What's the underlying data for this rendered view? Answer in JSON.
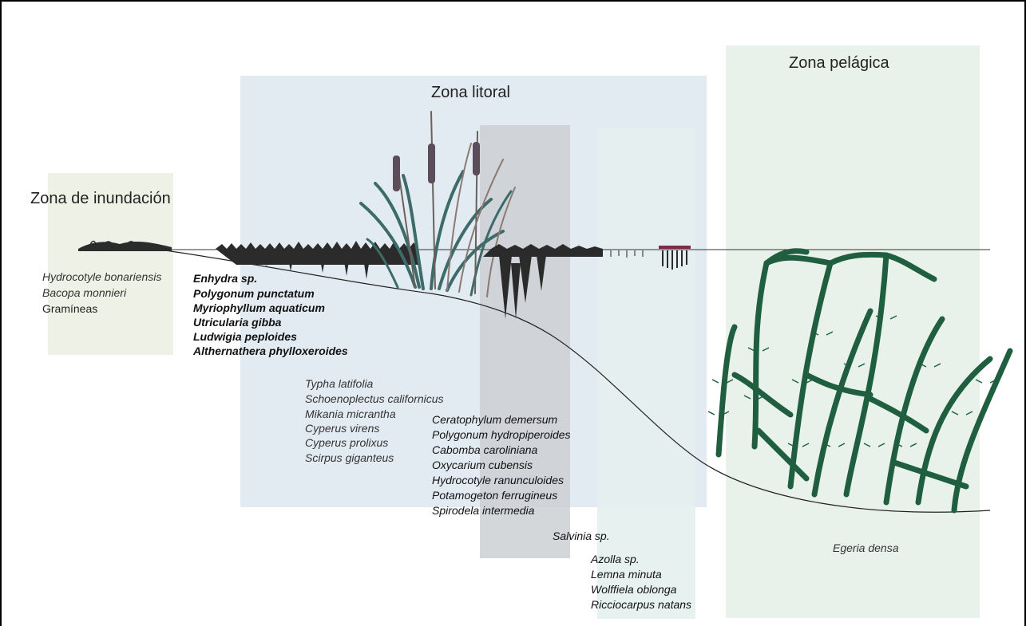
{
  "zones": {
    "inundacion": "Zona de inundación",
    "litoral": "Zona litoral",
    "pelagica": "Zona pelágica"
  },
  "species": {
    "flood": [
      "Hydrocotyle bonariensis",
      "Bacopa monnieri",
      "Gramíneas"
    ],
    "floating_leaved": [
      "Enhydra sp.",
      "Polygonum punctatum",
      "Myriophyllum aquaticum",
      "Utricularia gibba",
      "Ludwigia peploides",
      "Althernathera phylloxeroides"
    ],
    "emergent": [
      "Typha latifolia",
      "Schoenoplectus californicus",
      "Mikania micrantha",
      "Cyperus virens",
      "Cyperus prolixus",
      "Scirpus giganteus"
    ],
    "submerged_floating": [
      "Ceratophylum demersum",
      "Polygonum hydropiperoides",
      "Cabomba caroliniana",
      "Oxycarium cubensis",
      "Hydrocotyle ranunculoides",
      "Potamogeton ferrugineus",
      "Spirodela intermedia"
    ],
    "salvinia": "Salvinia sp.",
    "free_floating": [
      "Azolla sp.",
      "Lemna minuta",
      "Wolffiela oblonga",
      "Ricciocarpus natans"
    ],
    "pelagic": "Egeria densa"
  },
  "colors": {
    "flood_zone": "#eef2e6",
    "littoral_zone": "#e3ebf2",
    "grey_band": "#cdd0d4",
    "float_band": "#e4f0ee",
    "pelagic_zone": "#e9f2ea",
    "egeria": "#1f5e3f",
    "reed": "#3c6b6a",
    "cattail": "#5b4d5a",
    "dark_plant": "#2b2b2b"
  }
}
